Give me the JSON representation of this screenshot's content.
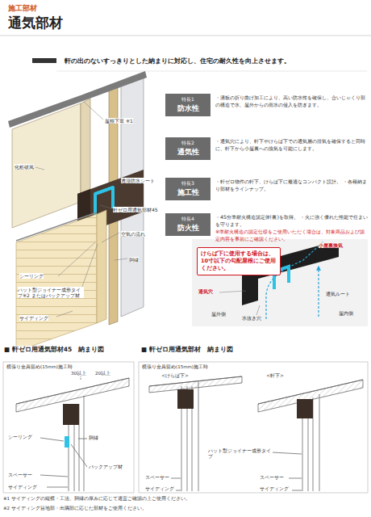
{
  "diagram": {
    "title": "通気部材",
    "nodes": [
      {
        "text": [
          "特長1",
          "防水性",
          "・溝板の折り曲げ加工により、高い防水性を確保し、合いじゃくり部の構造で水、屋外からの雨水の侵入を防ぎます。"
        ]
      },
      {
        "text": [
          "特長2",
          "通気性",
          "・通気穴により、軒下やけらば下での通気層の排気を確保すると同時に、軒下から小屋裏への換気を可能にします。"
        ]
      },
      {
        "text": [
          "特長3",
          "施工性",
          "・軒ゼロ物件の軒下、けらば下に最適なコンパクト設計。 ・各種納まり部材をラインナップ。"
        ]
      },
      {
        "text": [
          "特長4",
          "防火性",
          "・45分準耐火構造認定(軒裏)を取得。 ・火に強く優れた性能で住まいを守ります。",
          "※準耐火構造の認定仕様をご使用いただく場合は、対象商品および認定内容を事前にご確認ください。"
        ]
      },
      {
        "text": [
          "けらば下に使用する場合は、10寸以下の勾配屋根にご使用ください。"
        ]
      }
    ],
    "labels": [
      "施工部材",
      "軒の出のないすっきりとした納まりに対応し、住宅の耐久性を向上させます。",
      "屋根下葺 ※1",
      "化粧破風",
      "透湿防水シート",
      "軒ゼロ用通気部材45",
      "空気の流れ",
      "胴縁",
      "シーリング",
      "ハット型ジョイナー成形タイプ※2 またはバックアップ材",
      "サイディング",
      "通気穴",
      "屋外側",
      "水抜き穴",
      "通気ルート",
      "屋内側",
      "小屋裏換気",
      "■ 軒ゼロ用通気部材45　納まり図",
      "■ 軒ゼロ用通気部材　納まり図",
      "横張り金具留め(15mm)施工時",
      "横張り金具留め(15mm)施工時",
      "<けらば下>",
      "<軒下>",
      "30以上",
      "20以上",
      "シーリング",
      "スペーサー",
      "サイディング",
      "胴縁",
      "バックアップ材",
      "スペーサー",
      "サイディング",
      "ハット型ジョイナー成形タイプ",
      "スペーサー",
      "サイディング",
      "※1 サイディングの縦横・工法、胴縁の厚みに応じて適宜ご確認の上ご使用ください。",
      "※2 サイディング目地部・出隅部に応じた部材をご使用ください。"
    ]
  }
}
